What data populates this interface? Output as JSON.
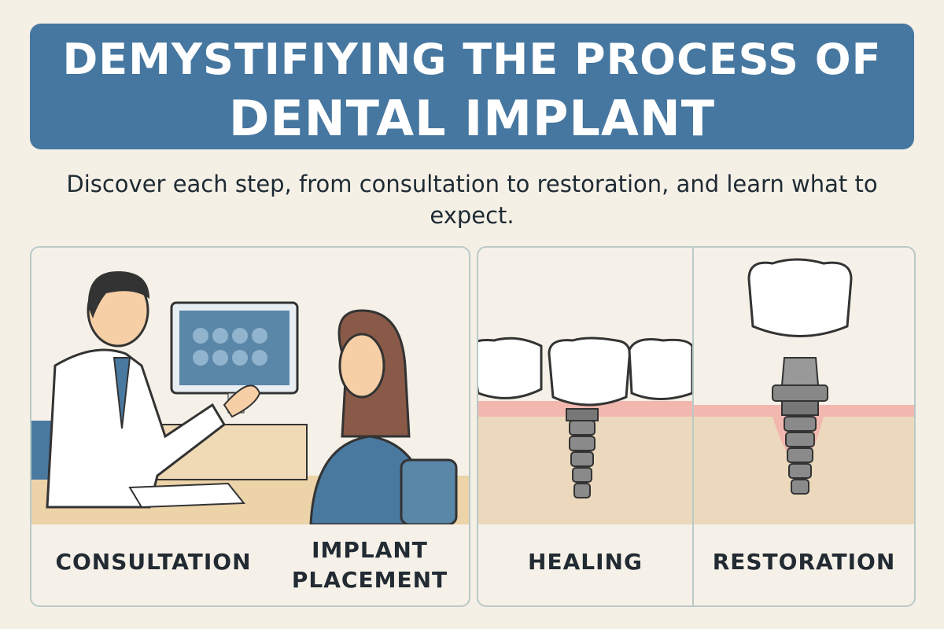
{
  "header": {
    "title_line1": "DEMYSTIFIYING THE PROCESS OF",
    "title_line2": "DENTAL IMPLANT"
  },
  "subtitle": "Discover each step, from consultation to restoration, and learn what to expect.",
  "steps": [
    {
      "label": "CONSULTATION"
    },
    {
      "label": "IMPLANT PLACEMENT"
    },
    {
      "label": "HEALING"
    },
    {
      "label": "RESTORATION"
    }
  ],
  "colors": {
    "banner": "#4677a0",
    "background": "#f5f0e6",
    "gum": "#f2b8b0",
    "bone": "#ecd9bd"
  }
}
